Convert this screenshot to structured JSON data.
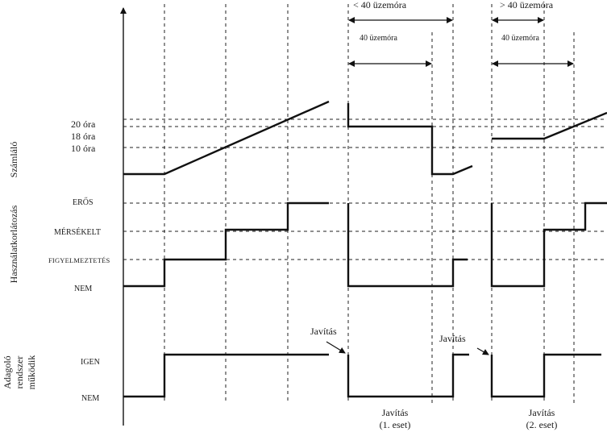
{
  "axis_labels": {
    "counter": "Számláló",
    "usage_restriction": "Használatkorlátozás",
    "dosing_system_line1": "Adagoló",
    "dosing_system_line2": "rendszer",
    "dosing_system_line3": "működik"
  },
  "counter_levels": [
    "20 óra",
    "18 óra",
    "10 óra"
  ],
  "restriction_levels": [
    "ERŐS",
    "MÉRSÉKELT",
    "FIGYELMEZTETÉS",
    "NEM"
  ],
  "dosing_levels": [
    "IGEN",
    "NEM"
  ],
  "top_annotations": {
    "less_than": "< 40 üzemóra",
    "greater_than": "> 40 üzemóra",
    "span_1": "40 üzemóra",
    "span_2": "40 üzemóra"
  },
  "repair_labels": {
    "repair_1": "Javítás",
    "repair_2": "Javítás"
  },
  "case_labels": {
    "case_1_line1": "Javítás",
    "case_1_line2": "(1. eset)",
    "case_2_line1": "Javítás",
    "case_2_line2": "(2. eset)"
  }
}
